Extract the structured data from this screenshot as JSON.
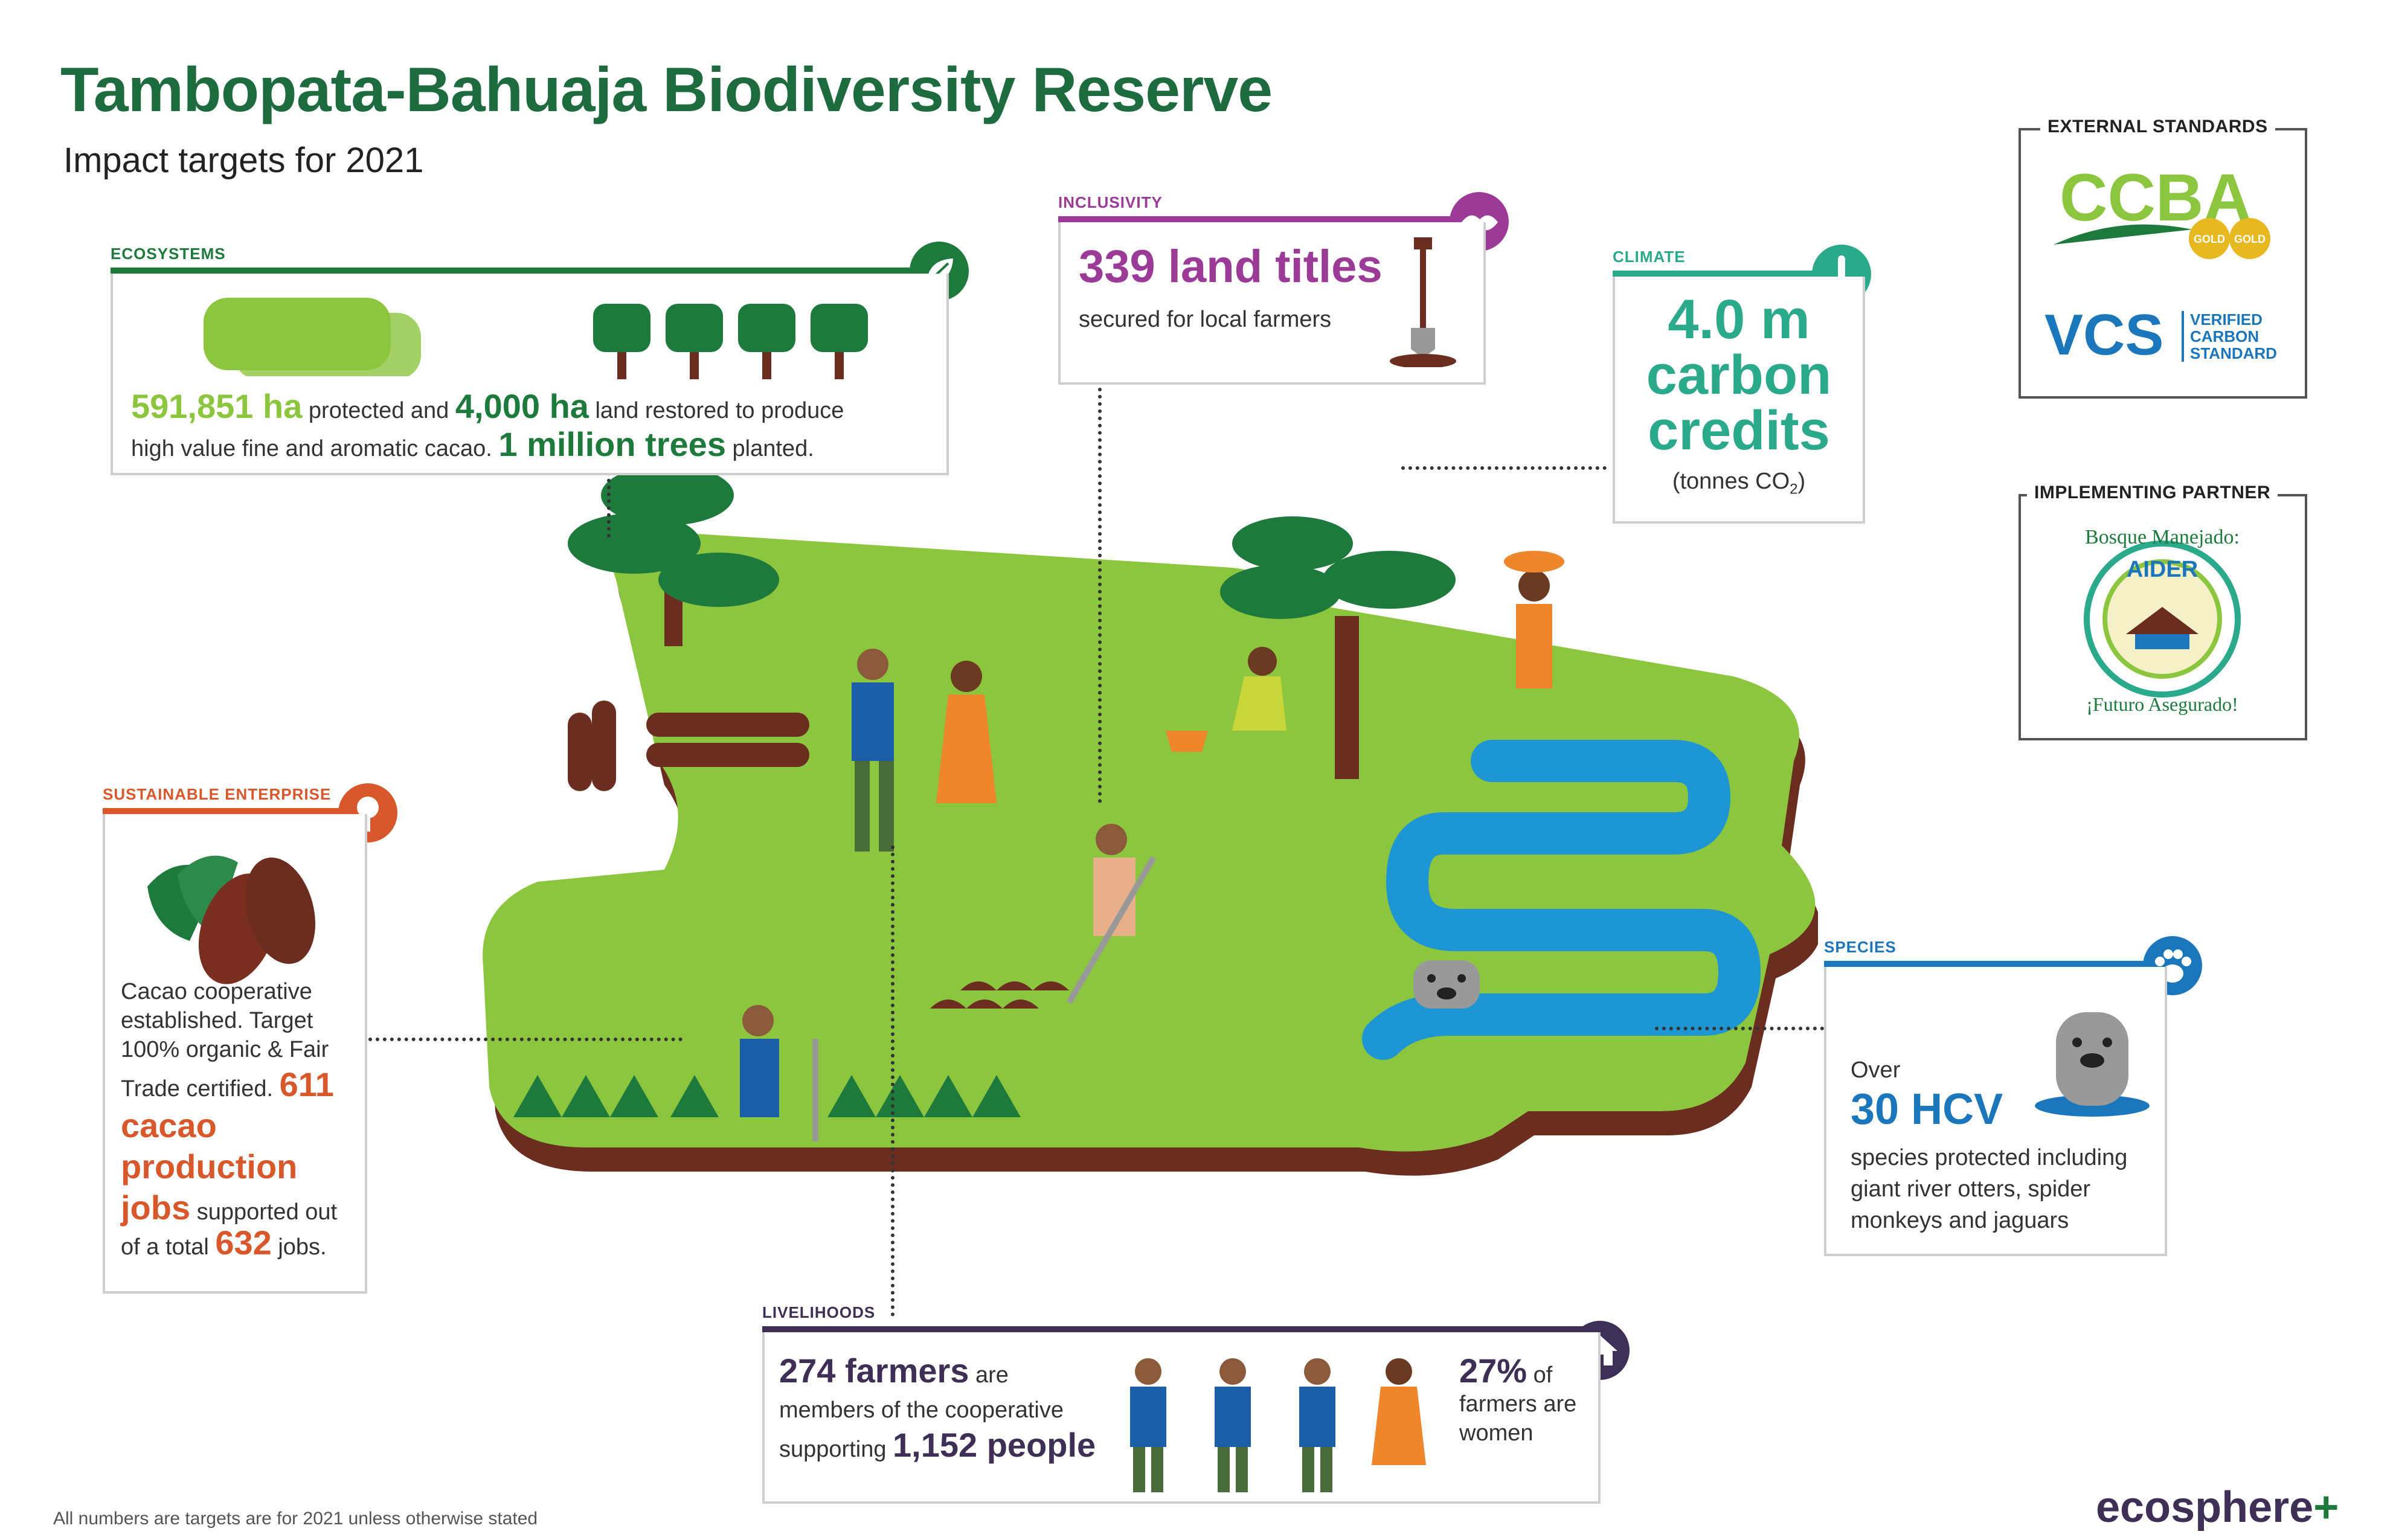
{
  "title": "Tambopata-Bahuaja Biodiversity Reserve",
  "subtitle": "Impact targets for 2021",
  "colors": {
    "ecosystems": "#1e7a3c",
    "inclusivity": "#9b3a97",
    "climate": "#2aa98b",
    "enterprise": "#d9582b",
    "species": "#1b76bc",
    "livelihoods": "#3d2f55",
    "land": "#8cc63f",
    "soil": "#6b2d1f",
    "river": "#1e96d3"
  },
  "ecosystems": {
    "label": "ECOSYSTEMS",
    "icon": "leaf-icon",
    "ha_protected": "591,851 ha",
    "text_protected": "protected and",
    "ha_restored": "4,000 ha",
    "text_restored": "land restored to produce",
    "text_line2": "high value fine and aromatic cacao.",
    "trees": "1 million trees",
    "text_planted": "planted."
  },
  "inclusivity": {
    "label": "INCLUSIVITY",
    "icon": "handshake-icon",
    "headline": "339 land titles",
    "text": "secured for local farmers"
  },
  "climate": {
    "label": "CLIMATE",
    "icon": "thermometer-icon",
    "line1": "4.0 m",
    "line2": "carbon",
    "line3": "credits",
    "unit_prefix": "(tonnes CO",
    "unit_sub": "2",
    "unit_suffix": ")"
  },
  "enterprise": {
    "label": "SUSTAINABLE ENTERPRISE",
    "icon": "cacao-tree-icon",
    "text1": "Cacao cooperative established. Target 100% organic & Fair Trade certified.",
    "jobs": "611",
    "jobs_label1": "cacao",
    "jobs_label2": "production",
    "jobs_label3": "jobs",
    "text2": "supported out of a total",
    "total": "632",
    "text3": "jobs."
  },
  "species": {
    "label": "SPECIES",
    "icon": "paw-icon",
    "over": "Over",
    "headline": "30 HCV",
    "text": "species protected including giant river otters, spider monkeys and jaguars"
  },
  "livelihoods": {
    "label": "LIVELIHOODS",
    "icon": "house-icon",
    "farmers": "274 farmers",
    "are": "are",
    "text": "members of the cooperative",
    "supporting": "supporting",
    "people": "1,152 people",
    "women_pct": "27%",
    "women_of": "of",
    "women_text1": "farmers are",
    "women_text2": "women"
  },
  "standards": {
    "label": "EXTERNAL STANDARDS",
    "ccba": "CCBA",
    "gold": "GOLD",
    "vcs": "VCS",
    "vcs_text1": "VERIFIED",
    "vcs_text2": "CARBON",
    "vcs_text3": "STANDARD"
  },
  "partner": {
    "label": "IMPLEMENTING PARTNER",
    "top_text": "Bosque Manejado:",
    "name": "AIDER",
    "bottom_text": "¡Futuro Asegurado!"
  },
  "footnote": "All numbers are targets are for 2021 unless otherwise stated",
  "brand": "ecosphere"
}
